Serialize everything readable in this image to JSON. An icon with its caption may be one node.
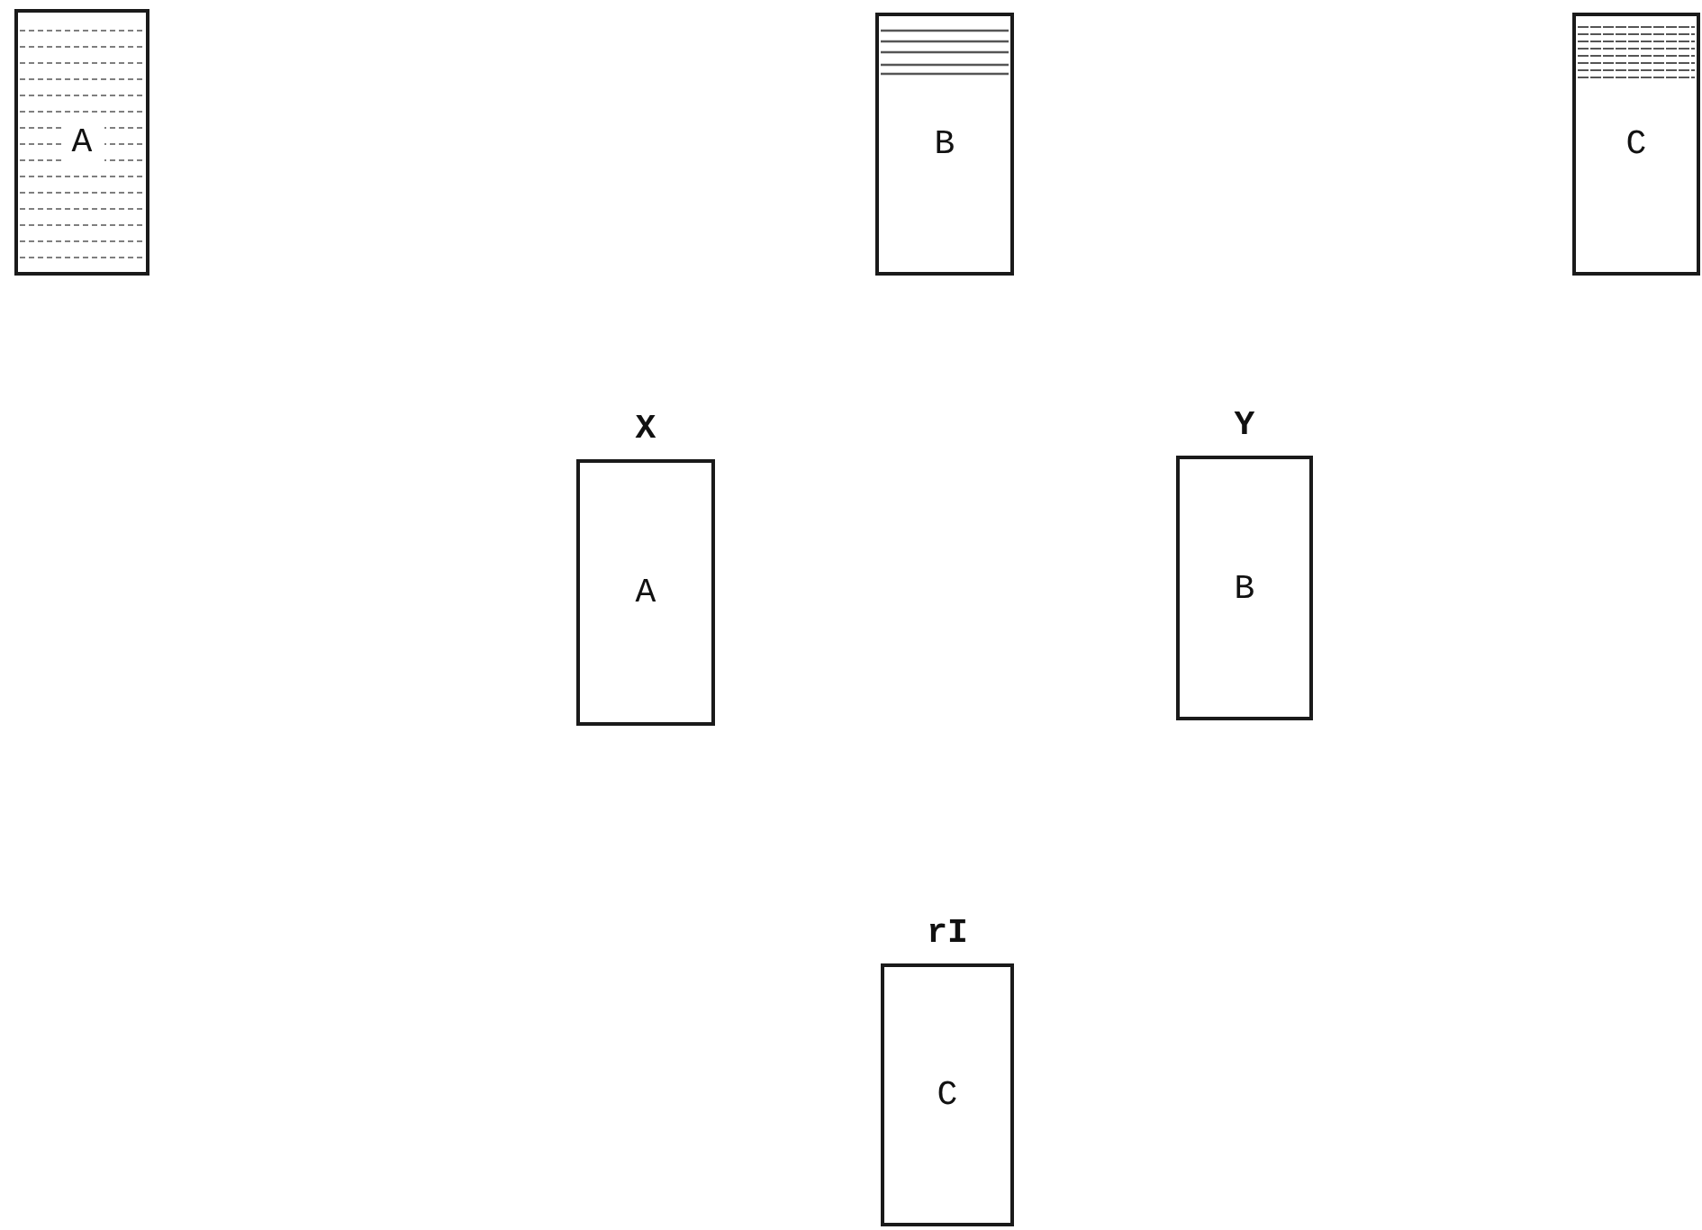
{
  "diagram": {
    "nodes": [
      {
        "text": [
          "A"
        ]
      },
      {
        "text": [
          "B"
        ]
      },
      {
        "text": [
          "C"
        ]
      },
      {
        "text": [
          "X",
          "A"
        ]
      },
      {
        "text": [
          "Y",
          "B"
        ]
      },
      {
        "text": [
          "rI",
          "C"
        ]
      }
    ]
  }
}
